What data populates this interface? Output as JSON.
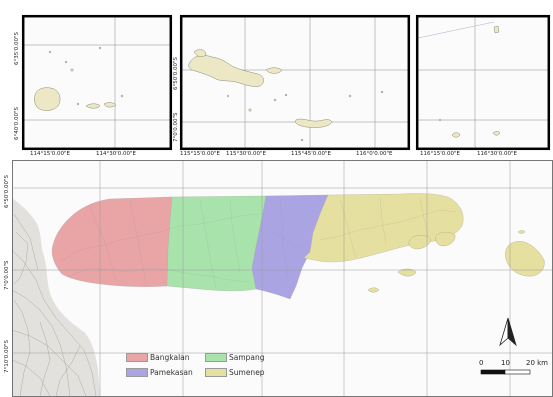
{
  "map": {
    "colors": {
      "land": "#e3e1dd",
      "water": "#fbfbfb",
      "frame": "#000000",
      "island": "#ece7c4"
    },
    "insets": [
      {
        "lat_labels": [
          "6°35'0.00\"S",
          "6°40'0.00\"S"
        ],
        "lon_labels": [
          "114°15'0.00\"E",
          "114°30'0.00\"E"
        ]
      },
      {
        "lat_labels": [
          "6°50'0.00\"S",
          "7°0'0.00\"S"
        ],
        "lon_labels": [
          "115°15'0.00\"E",
          "115°30'0.00\"E",
          "115°45'0.00\"E",
          "116°0'0.00\"E"
        ]
      },
      {
        "lon_labels": [
          "116°15'0.00\"E",
          "116°30'0.00\"E"
        ]
      }
    ],
    "main": {
      "lat_labels": [
        "6°50'0.00\"S",
        "7°0'0.00\"S",
        "7°10'0.00\"S"
      ]
    },
    "legend": [
      {
        "label": "Bangkalan",
        "color": "#e9a4a6"
      },
      {
        "label": "Sampang",
        "color": "#a9e3ac"
      },
      {
        "label": "Pamekasan",
        "color": "#aba4e3"
      },
      {
        "label": "Sumenep",
        "color": "#e6e0a0"
      }
    ],
    "scale_bar": {
      "ticks": [
        "0",
        "10",
        "20 km"
      ]
    },
    "north_arrow": {
      "icon": "north-arrow-icon"
    }
  }
}
